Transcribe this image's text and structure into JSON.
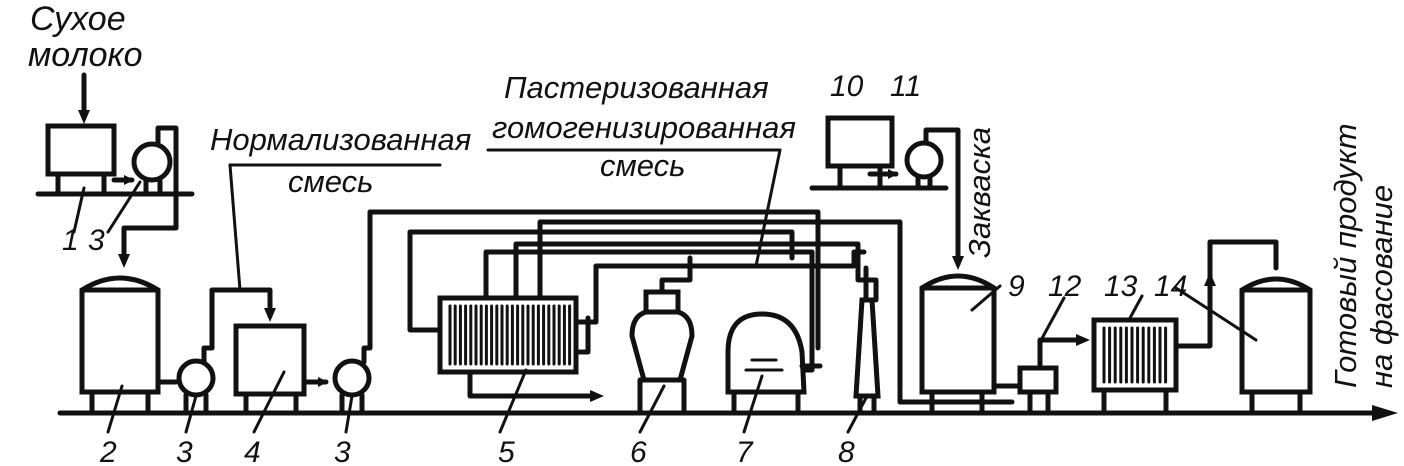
{
  "diagram": {
    "inputs": {
      "dry_milk_line1": "Сухое",
      "dry_milk_line2": "молоко"
    },
    "streams": {
      "normalized_line1": "Нормализованная",
      "normalized_line2": "смесь",
      "pasteurized_line1": "Пастеризованная",
      "pasteurized_line2": "гомогенизированная",
      "pasteurized_line3": "смесь",
      "starter": "Закваска",
      "product_line1": "Готовый продукт",
      "product_line2": "на фасование"
    },
    "equipment_numbers": {
      "n1": "1",
      "n2": "2",
      "n3a": "3",
      "n3b": "3",
      "n3c": "3",
      "n4": "4",
      "n5": "5",
      "n6": "6",
      "n7": "7",
      "n8": "8",
      "n9": "9",
      "n10": "10",
      "n11": "11",
      "n12": "12",
      "n13": "13",
      "n14": "14"
    }
  }
}
